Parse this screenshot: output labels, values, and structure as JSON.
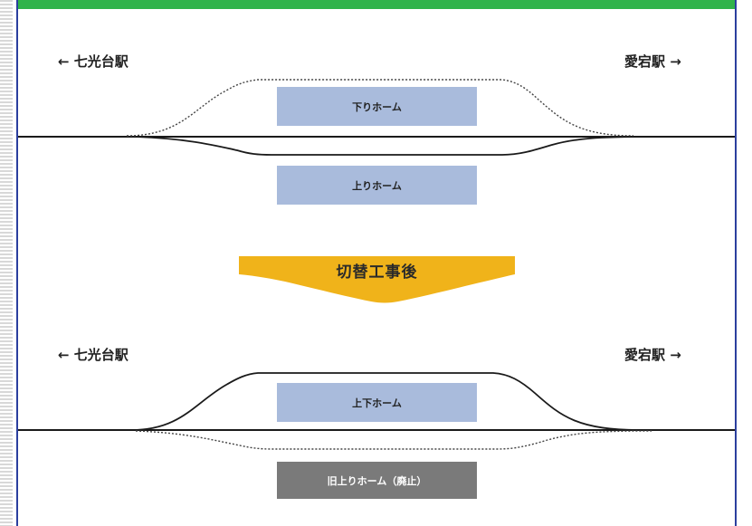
{
  "before": {
    "left_station": "← 七光台駅",
    "right_station": "愛宕駅 →",
    "platform_down": "下りホーム",
    "platform_up": "上りホーム"
  },
  "transition": {
    "label": "切替工事後"
  },
  "after": {
    "left_station": "← 七光台駅",
    "right_station": "愛宕駅 →",
    "platform_both": "上下ホーム",
    "platform_old_up": "旧上りホーム（廃止）"
  },
  "colors": {
    "top_band": "#2fb34a",
    "frame_border": "#2b3f9e",
    "platform_active": "#a9bbdc",
    "platform_closed": "#7a7a7a",
    "transition_arrow": "#f0b31a"
  }
}
